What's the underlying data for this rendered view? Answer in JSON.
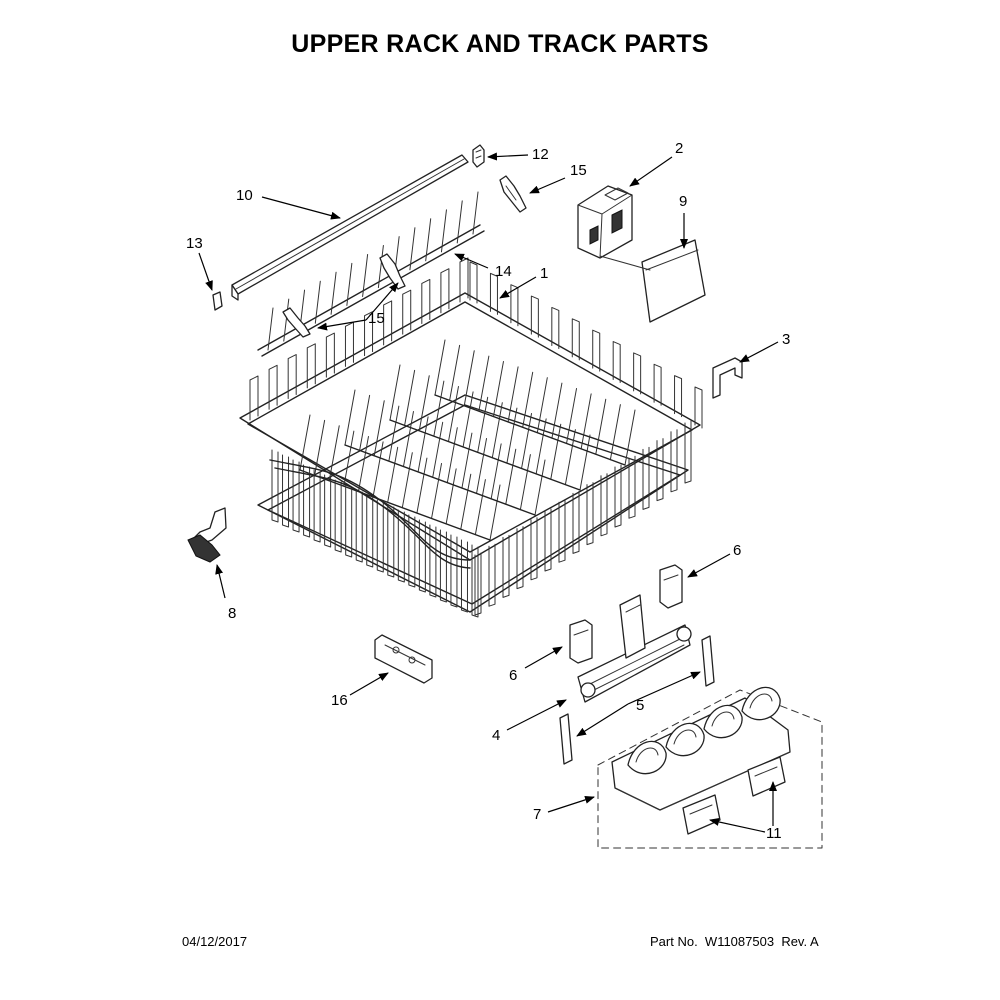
{
  "title": "UPPER RACK AND TRACK PARTS",
  "footer": {
    "date": "04/12/2017",
    "part_label": "Part No.",
    "part_number": "W11087503",
    "rev_label": "Rev.",
    "rev": "A"
  },
  "callouts": [
    {
      "id": "c1",
      "label": "1"
    },
    {
      "id": "c2",
      "label": "2"
    },
    {
      "id": "c3",
      "label": "3"
    },
    {
      "id": "c4",
      "label": "4"
    },
    {
      "id": "c5",
      "label": "5"
    },
    {
      "id": "c6a",
      "label": "6"
    },
    {
      "id": "c6b",
      "label": "6"
    },
    {
      "id": "c7",
      "label": "7"
    },
    {
      "id": "c8",
      "label": "8"
    },
    {
      "id": "c9",
      "label": "9"
    },
    {
      "id": "c10",
      "label": "10"
    },
    {
      "id": "c11",
      "label": "11"
    },
    {
      "id": "c12",
      "label": "12"
    },
    {
      "id": "c13",
      "label": "13"
    },
    {
      "id": "c14",
      "label": "14"
    },
    {
      "id": "c15a",
      "label": "15"
    },
    {
      "id": "c15b",
      "label": "15"
    },
    {
      "id": "c16",
      "label": "16"
    }
  ]
}
